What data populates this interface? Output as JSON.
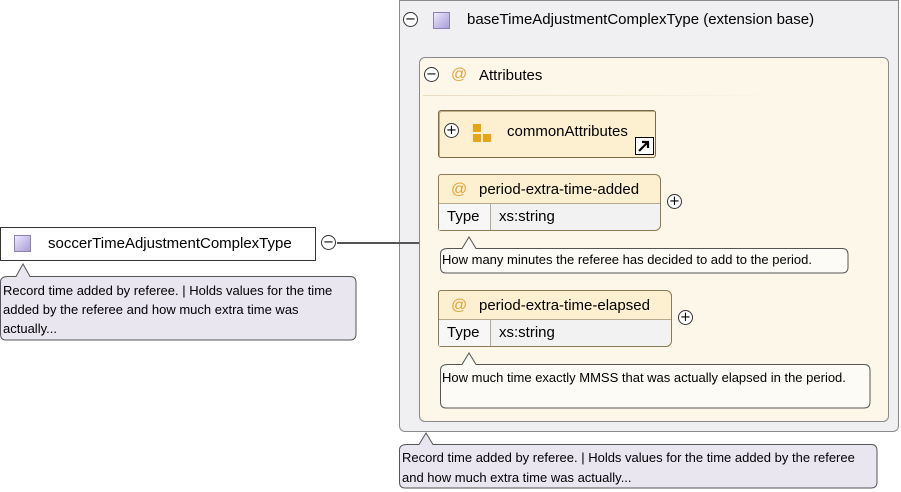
{
  "root_element": {
    "label": "soccerTimeAdjustmentComplexType",
    "annotation": "Record time added by referee. | Holds values for the time added by the referee and how much extra time was actually..."
  },
  "base_type": {
    "label": "baseTimeAdjustmentComplexType (extension base)",
    "annotation": "Record time added by referee. | Holds values for the time added by the referee and how much extra time was actually..."
  },
  "attributes_group": {
    "at_symbol": "@",
    "label": "Attributes",
    "group_ref": {
      "label": "commonAttributes"
    },
    "items": [
      {
        "name": "period-extra-time-added",
        "type_key": "Type",
        "type_value": "xs:string",
        "annotation": "How many minutes the referee has decided to add to the period."
      },
      {
        "name": "period-extra-time-elapsed",
        "type_key": "Type",
        "type_value": "xs:string",
        "annotation": "How much time exactly MMSS that was actually elapsed in the period."
      }
    ]
  },
  "symbols": {
    "collapse": "−",
    "expand": "+"
  },
  "colors": {
    "attribute_accent": "#e3a33a",
    "type_icon": "#b9aee0",
    "group_icon": "#e8a317"
  }
}
